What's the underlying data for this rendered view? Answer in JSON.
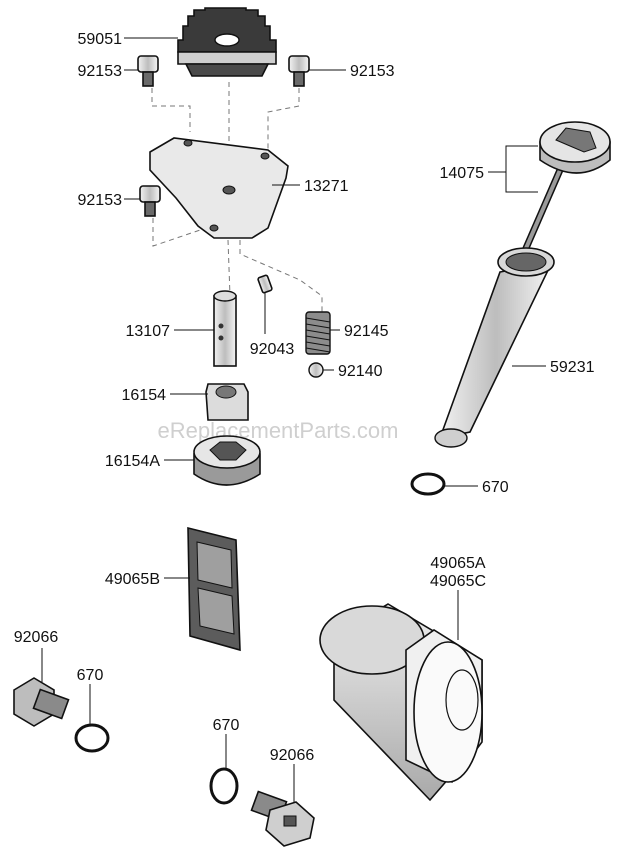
{
  "watermark": "eReplacementParts.com",
  "callouts": {
    "gear": "59051",
    "bolt_top_left": "92153",
    "bolt_top_right": "92153",
    "bolt_mid": "92153",
    "plate": "13271",
    "dipstick": "14075",
    "shaft": "13107",
    "pin": "92043",
    "spring": "92145",
    "ball": "92140",
    "oil_tube": "59231",
    "inner_rotor": "16154",
    "outer_rotor": "16154A",
    "oring_tube": "670",
    "strainer": "49065B",
    "filter_a": "49065A",
    "filter_c": "49065C",
    "drain_plug_left": "92066",
    "oring_left": "670",
    "oring_bottom": "670",
    "drain_plug_bottom": "92066"
  }
}
